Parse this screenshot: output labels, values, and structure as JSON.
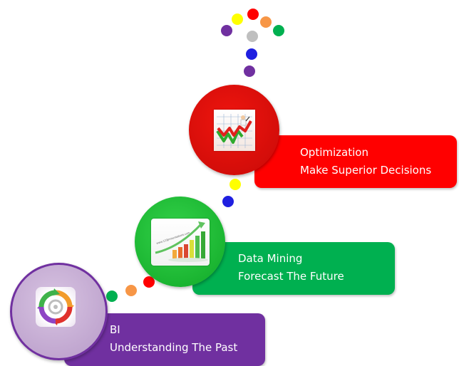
{
  "stages": [
    {
      "title": "BI",
      "subtitle": "Understanding The Past",
      "card_color": "#7030a0",
      "circle_color": "#c9b2d6",
      "icon": "cycle-arrows-icon"
    },
    {
      "title": "Data Mining",
      "subtitle": "Forecast The Future",
      "card_color": "#00b050",
      "circle_color": "#22c33a",
      "icon": "growth-bar-chart-icon"
    },
    {
      "title": "Optimization",
      "subtitle": "Make Superior Decisions",
      "card_color": "#ff0000",
      "circle_color": "#e8100b",
      "icon": "trend-chart-with-person-icon"
    }
  ],
  "dot_colors": {
    "red": "#ff0000",
    "yellow": "#ffff00",
    "orange": "#f79646",
    "green": "#00b050",
    "purple": "#7030a0",
    "gray": "#bfbfbf",
    "blue": "#1f1fe0"
  },
  "chart_image_text": "www.123presentations.com"
}
